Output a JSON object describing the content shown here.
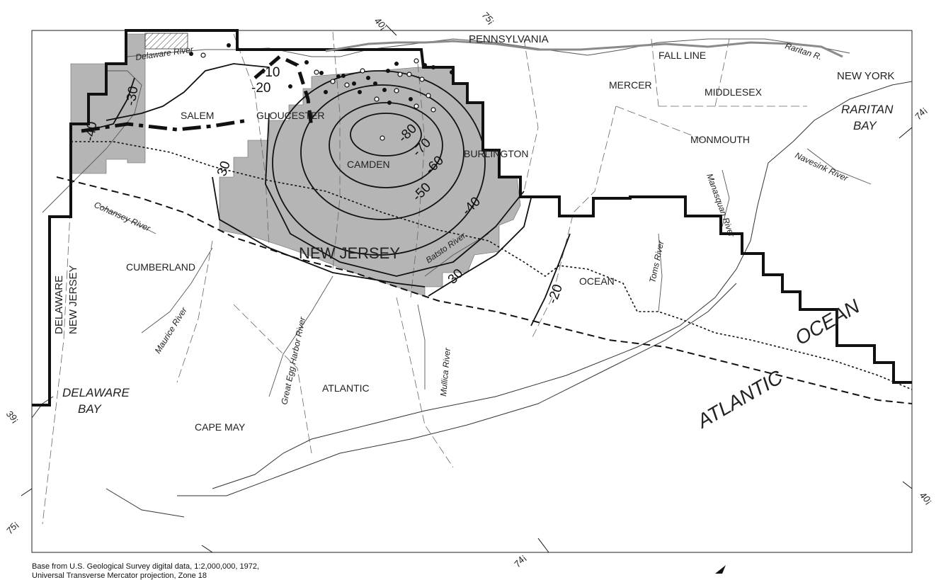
{
  "labels": {
    "pennsylvania": "PENNSYLVANIA",
    "new_york": "NEW YORK",
    "fall_line": "FALL LINE",
    "raritan_bay": "RARITAN BAY",
    "raritan_bay_1": "RARITAN",
    "raritan_bay_2": "BAY",
    "new_jersey": "NEW JERSEY",
    "delaware_state": "DELAWARE",
    "new_jersey_vertical": "NEW JERSEY",
    "delaware_bay_1": "DELAWARE",
    "delaware_bay_2": "BAY",
    "atlantic_1": "ATLANTIC",
    "atlantic_2": "OCEAN"
  },
  "counties": {
    "salem": "SALEM",
    "gloucester": "GLOUCESTER",
    "camden": "CAMDEN",
    "burlington": "BURLINGTON",
    "mercer": "MERCER",
    "middlesex": "MIDDLESEX",
    "monmouth": "MONMOUTH",
    "ocean": "OCEAN",
    "cumberland": "CUMBERLAND",
    "atlantic": "ATLANTIC",
    "cape_may": "CAPE MAY"
  },
  "rivers": {
    "delaware": "Delaware River",
    "raritan": "Raritan R.",
    "navesink": "Navesink River",
    "manasquan": "Manasquan River",
    "cohansey": "Cohansey River",
    "maurice": "Maurice River",
    "great_egg": "Great Egg Harbor River",
    "mullica": "Mullica River",
    "batsto": "Batsto River",
    "toms": "Toms River"
  },
  "contours": {
    "c10": "-10",
    "c20": "-20",
    "c30a": "-30",
    "c40": "-40",
    "c30b": "30",
    "c30c": "30",
    "c40b": "-40",
    "c50": "-50",
    "c60": "-60",
    "c70": "-70",
    "c80": "-80",
    "c20b": "-20"
  },
  "coords": {
    "top_40": "40¡",
    "top_75": "75¡",
    "right_74": "74¡",
    "left_39": "39¡",
    "bottom_left_75": "75¡",
    "right_40": "40¡",
    "bottom_74": "74¡"
  },
  "credit": {
    "line1": "Base from U.S. Geological Survey digital data, 1:2,000,000, 1972,",
    "line2": "Universal Transverse Mercator projection, Zone 18"
  },
  "colors": {
    "shaded_area": "#b5b5b5",
    "boundary": "#111111",
    "pa_border": "#8a8a8a"
  }
}
